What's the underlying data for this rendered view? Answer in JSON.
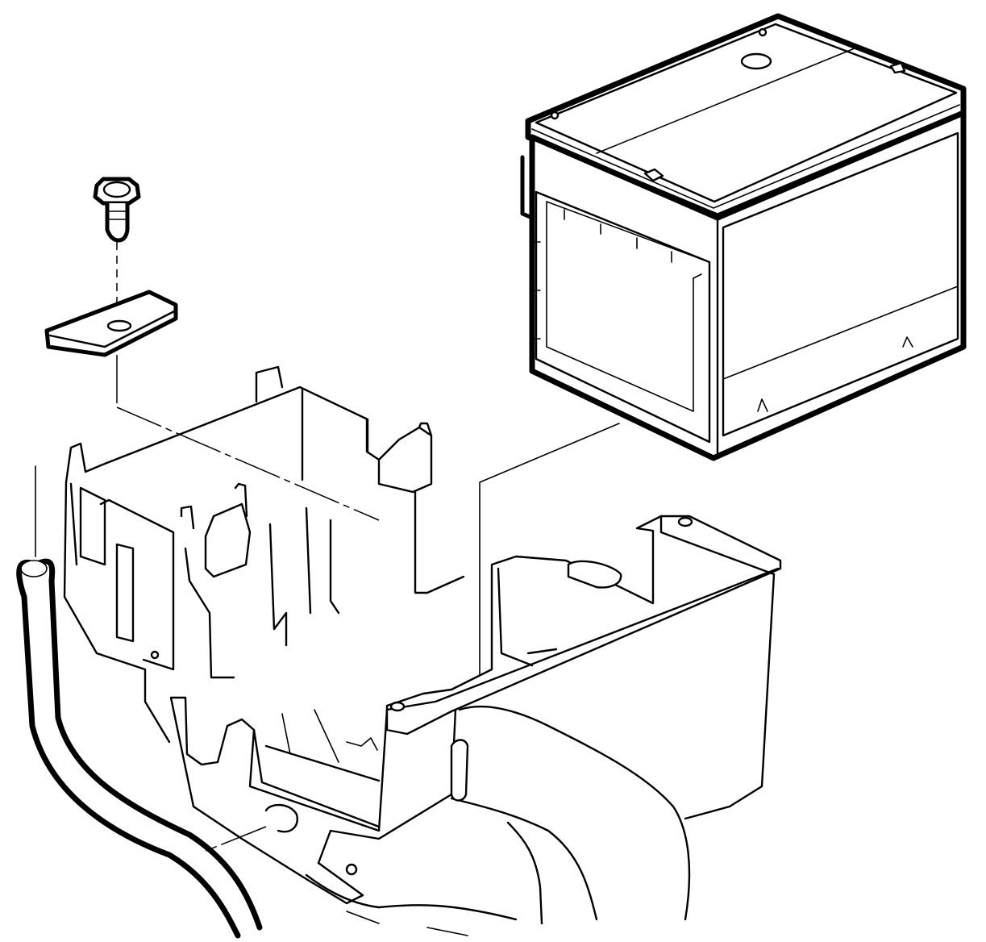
{
  "diagram": {
    "colors": {
      "line": "#000000",
      "background": "#ffffff"
    },
    "parts": [
      {
        "id": "battery",
        "icon": "battery-icon"
      },
      {
        "id": "bolt",
        "icon": "bolt-icon"
      },
      {
        "id": "hold-down-retainer",
        "icon": "retainer-plate-icon"
      },
      {
        "id": "battery-tray",
        "icon": "battery-tray-icon"
      },
      {
        "id": "vent-hose",
        "icon": "hose-icon"
      }
    ]
  }
}
